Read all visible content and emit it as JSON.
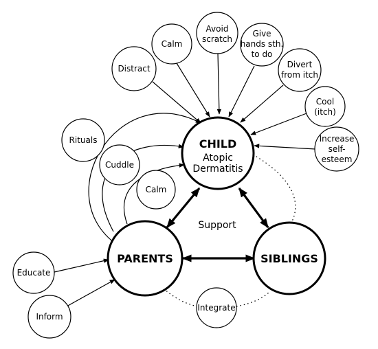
{
  "center": {
    "title": "CHILD",
    "subtitle_line1": "Atopic",
    "subtitle_line2": "Dermatitis"
  },
  "parents": {
    "title": "PARENTS"
  },
  "siblings": {
    "title": "SIBLINGS"
  },
  "support_label": "Support",
  "child_strategies": [
    {
      "lines": [
        "Distract"
      ]
    },
    {
      "lines": [
        "Calm"
      ]
    },
    {
      "lines": [
        "Avoid",
        "scratch"
      ]
    },
    {
      "lines": [
        "Give",
        "hands sth.",
        "to do"
      ]
    },
    {
      "lines": [
        "Divert",
        "from itch"
      ]
    },
    {
      "lines": [
        "Cool",
        "(itch)"
      ]
    },
    {
      "lines": [
        "Increase",
        "self-",
        "esteem"
      ]
    }
  ],
  "parent_strategies": [
    {
      "lines": [
        "Rituals"
      ]
    },
    {
      "lines": [
        "Cuddle"
      ]
    },
    {
      "lines": [
        "Calm"
      ]
    }
  ],
  "parent_inputs": [
    {
      "lines": [
        "Educate"
      ]
    },
    {
      "lines": [
        "Inform"
      ]
    }
  ],
  "sibling_link": {
    "lines": [
      "Integrate"
    ]
  }
}
